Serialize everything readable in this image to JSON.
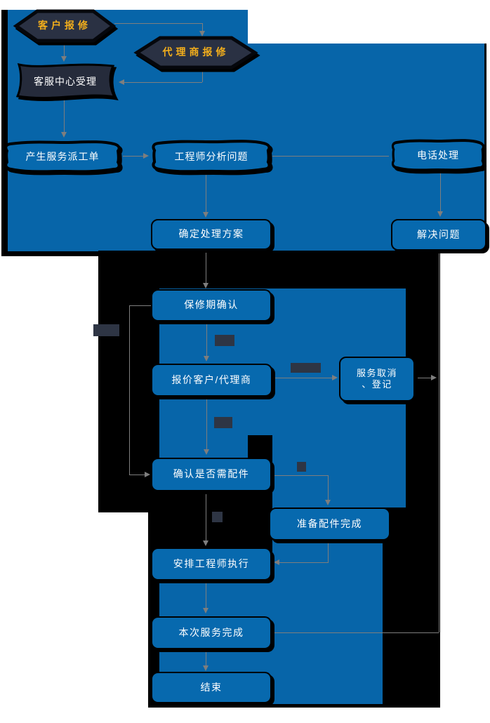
{
  "diagram": {
    "type": "flowchart",
    "language": "zh-CN",
    "nodes": {
      "customer_report": "客户报修",
      "agent_report": "代理商报修",
      "service_center_accept": "客服中心受理",
      "dispatch_order": "产生服务派工单",
      "engineer_analyze": "工程师分析问题",
      "phone_handle": "电话处理",
      "determine_plan": "确定处理方案",
      "solve_problem": "解决问题",
      "warranty_confirm": "保修期确认",
      "quote_customer_agent": "报价客户/代理商",
      "service_cancel_line1": "服务取消",
      "service_cancel_line2": "、登记",
      "confirm_parts_needed": "确认是否需配件",
      "parts_ready": "准备配件完成",
      "arrange_engineer": "安排工程师执行",
      "service_complete": "本次服务完成",
      "end": "结束"
    },
    "colors": {
      "page_bg": "#FFFFFF",
      "panel_blue": "#0765A9",
      "node_blue": "#0769AE",
      "dark_shape": "#2A3143",
      "black_region": "#000000",
      "connector_gray": "#7E7E7E",
      "condition_label_dark": "#2E3544",
      "accent_yellow": "#F2AE1C",
      "text_white": "#FFFFFF"
    }
  }
}
